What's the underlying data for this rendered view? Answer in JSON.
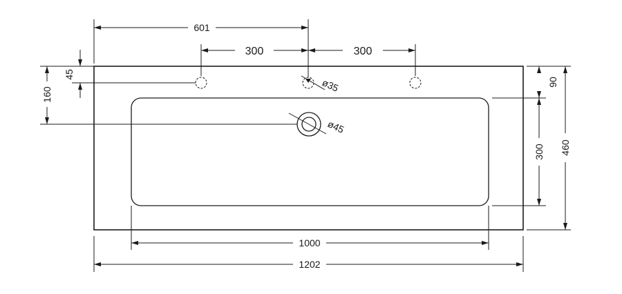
{
  "drawing": {
    "dimensions": {
      "tap_offset": "601",
      "tap_spacing_left": "300",
      "tap_spacing_right": "300",
      "tap_hole_dia": "ø35",
      "drain_dia": "ø45",
      "edge_to_tap": "45",
      "edge_to_drain": "160",
      "back_to_bowl": "90",
      "bowl_depth": "300",
      "total_depth": "460",
      "bowl_width": "1000",
      "total_width": "1202"
    }
  }
}
